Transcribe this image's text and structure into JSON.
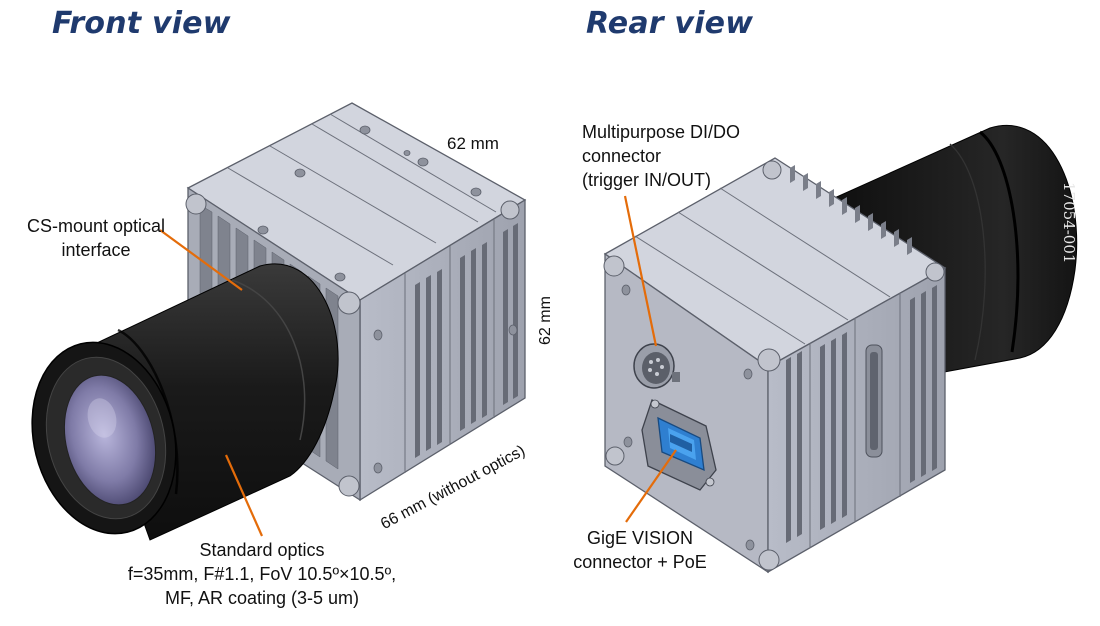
{
  "titles": {
    "front": "Front view",
    "rear": "Rear view"
  },
  "front": {
    "cs_mount": [
      "CS-mount optical",
      "interface"
    ],
    "standard_optics": [
      "Standard optics",
      "f=35mm, F#1.1, FoV 10.5º×10.5º,",
      "MF, AR coating (3-5 um)"
    ],
    "dim_width": "62 mm",
    "dim_height": "62 mm",
    "dim_depth": "66 mm (without optics)"
  },
  "rear": {
    "dido": [
      "Multipurpose DI/DO",
      "connector",
      "(trigger IN/OUT)"
    ],
    "gige": [
      "GigE VISION",
      "connector + PoE"
    ],
    "serial": "17054-001"
  },
  "colors": {
    "title": "#1f3a6e",
    "leader": "#e46c0a",
    "body_light": "#c9ccd6",
    "body_mid": "#a9adb9",
    "body_dark": "#7d818c",
    "lens": "#1e1e1e",
    "ethernet": "#2f7fd0"
  }
}
